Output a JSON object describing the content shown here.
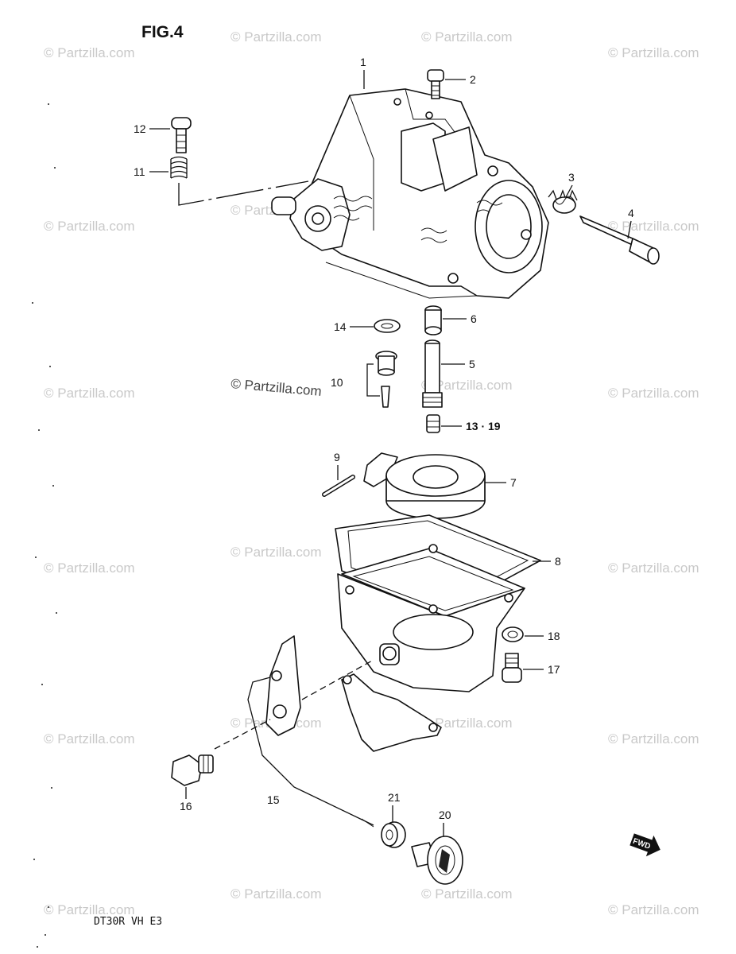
{
  "figure_title": "FIG.4",
  "model_code": "DT30R VH E3",
  "watermark": "© Partzilla.com",
  "fwd_label": "FWD",
  "callouts": {
    "c1": "1",
    "c2": "2",
    "c3": "3",
    "c4": "4",
    "c5": "5",
    "c6": "6",
    "c7": "7",
    "c8": "8",
    "c9": "9",
    "c10": "10",
    "c11": "11",
    "c12": "12",
    "c13": "13 · 19",
    "c14": "14",
    "c15": "15",
    "c16": "16",
    "c17": "17",
    "c18": "18",
    "c20": "20",
    "c21": "21"
  }
}
